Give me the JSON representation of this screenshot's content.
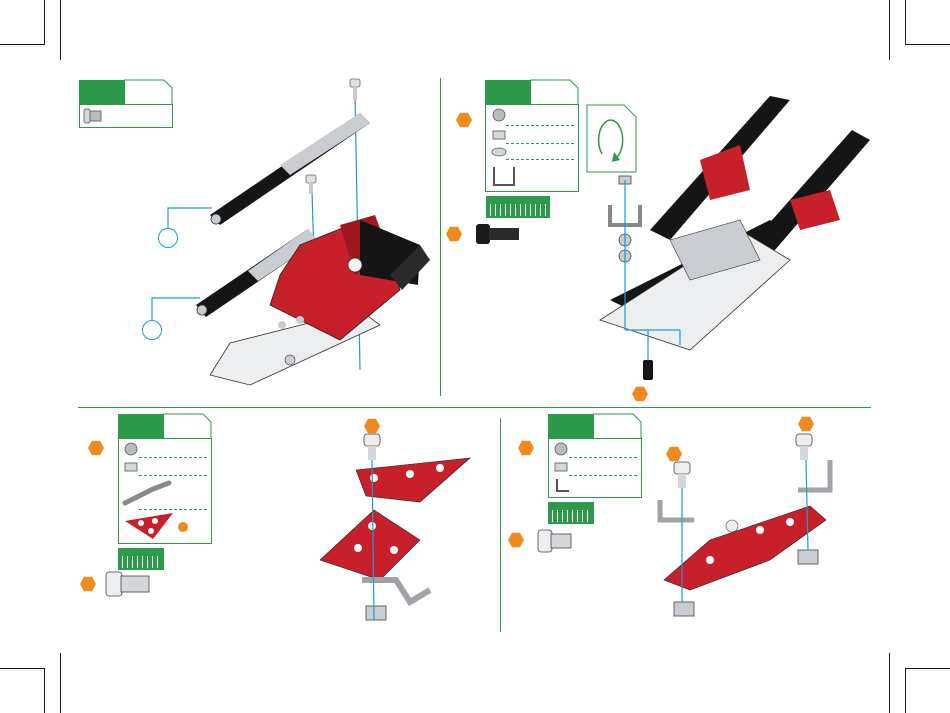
{
  "page": {
    "colors": {
      "accent_green": "#2c9a4a",
      "guide_blue": "#1f9ad6",
      "part_red": "#c8202a",
      "part_black": "#151515",
      "part_silver": "#c9ccd0",
      "marker_orange": "#f08a1c"
    },
    "panels": [
      {
        "name": "step-top-left",
        "parts_icons": [
          "screw-icon"
        ]
      },
      {
        "name": "step-top-right",
        "parts_icons": [
          "screw-icon",
          "nut-icon",
          "washer-icon",
          "angle-bracket-icon"
        ],
        "rotation_icon": "rotate-icon"
      },
      {
        "name": "step-bottom-left",
        "parts_icons": [
          "screw-icon",
          "nut-icon",
          "bent-strip-icon",
          "triangle-plate-icon"
        ]
      },
      {
        "name": "step-bottom-right",
        "parts_icons": [
          "screw-icon",
          "nut-icon",
          "angle-bracket-icon"
        ]
      }
    ]
  }
}
